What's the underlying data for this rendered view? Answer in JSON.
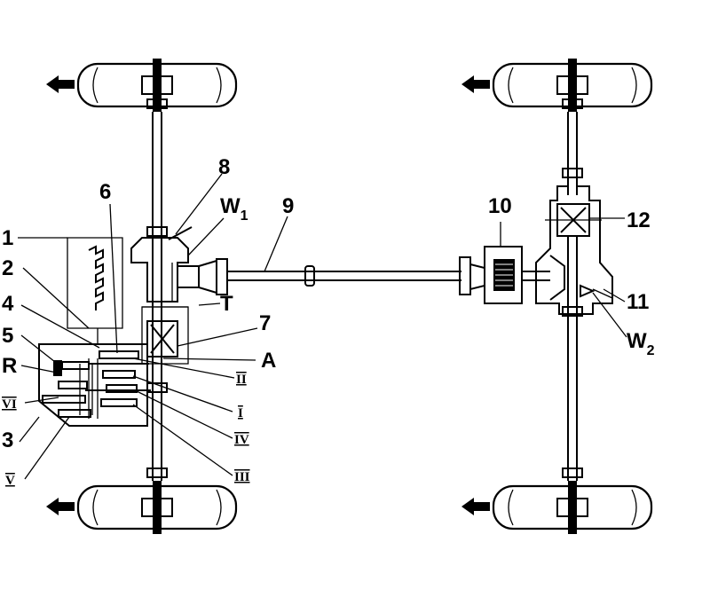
{
  "labels": {
    "n1": "1",
    "n2": "2",
    "n3": "3",
    "n4": "4",
    "n5": "5",
    "n6": "6",
    "n7": "7",
    "n8": "8",
    "n9": "9",
    "n10": "10",
    "n11": "11",
    "n12": "12",
    "R": "R",
    "A": "A",
    "T": "T",
    "W1_main": "W",
    "W1_sub": "1",
    "W2_main": "W",
    "W2_sub": "2",
    "g1": "I",
    "g2": "II",
    "g3": "III",
    "g4": "IV",
    "g5": "V",
    "g6": "VI"
  },
  "icons": {
    "direction_arrow": "arrow-left-icon"
  }
}
